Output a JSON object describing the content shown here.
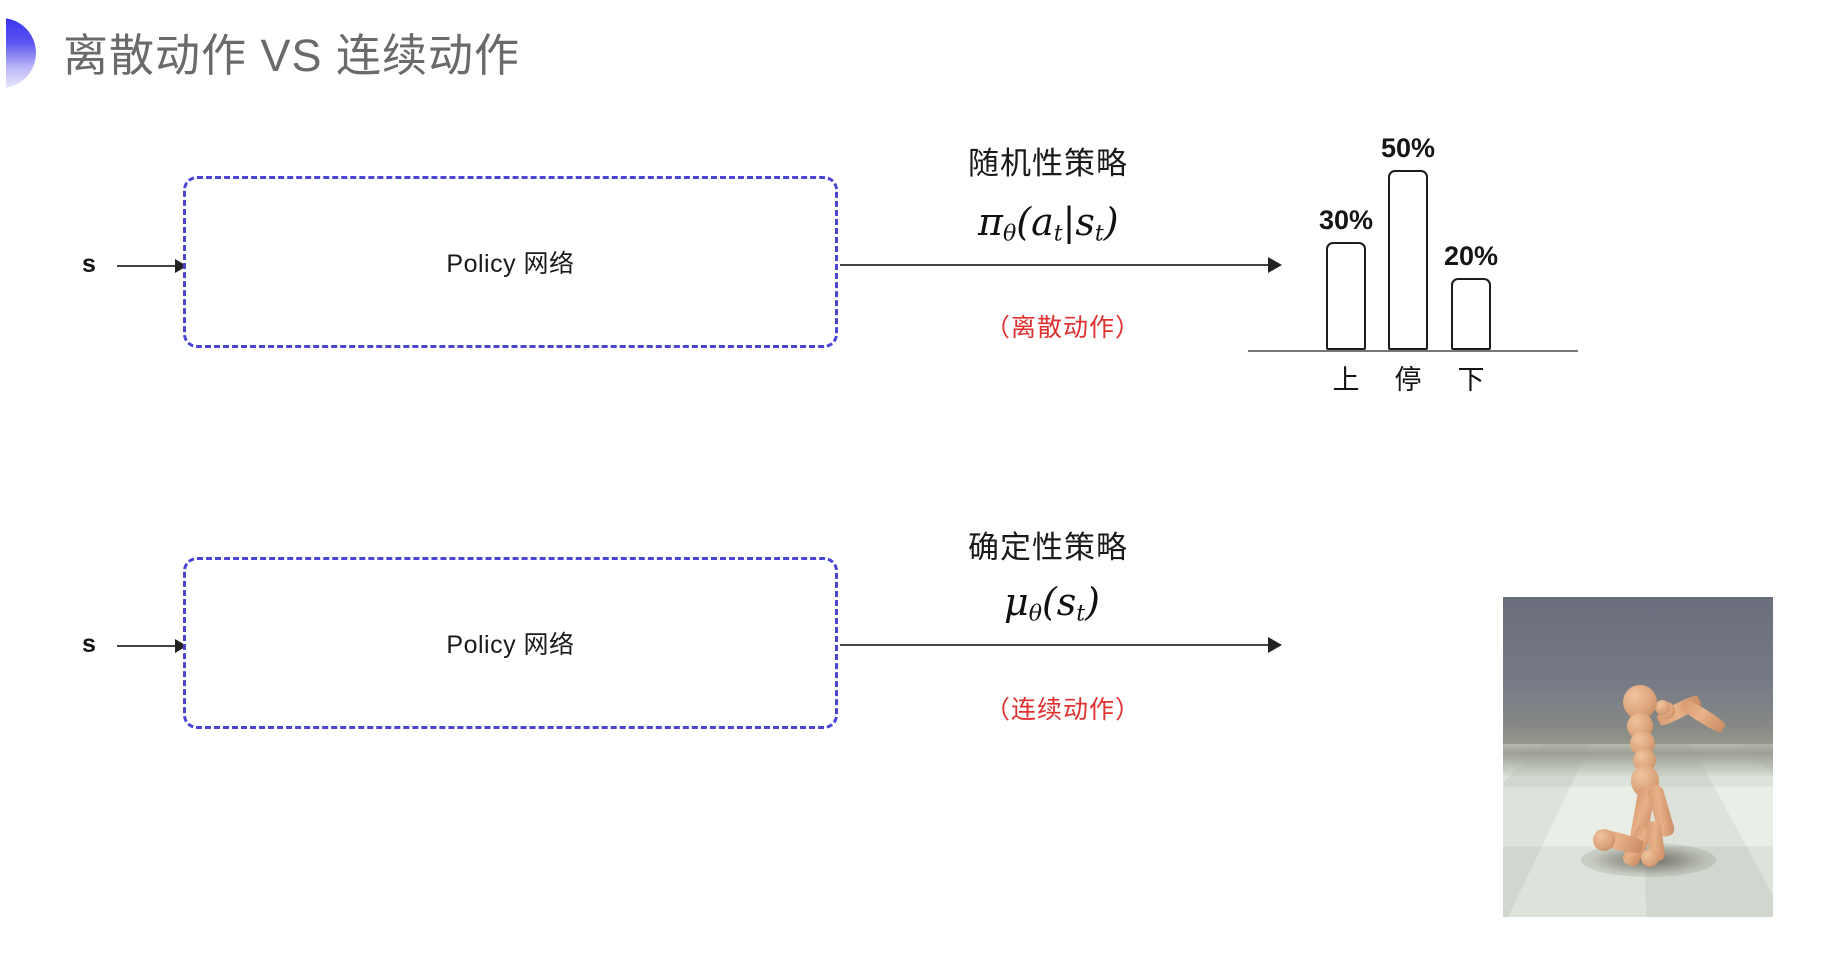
{
  "slide": {
    "title": "离散动作 VS 连续动作",
    "accent_color": "#4b45d6",
    "note_color": "#e03030",
    "title_color": "#6a6a6a"
  },
  "rows": [
    {
      "id": "discrete",
      "input_label": "s",
      "box_label": "Policy 网络",
      "policy_kind": "随机性策略",
      "formula_main": "π",
      "formula_sub": "θ",
      "formula_args": "(a",
      "formula_arg_sub1": "t",
      "formula_mid": "|s",
      "formula_arg_sub2": "t",
      "formula_close": ")",
      "formula_plain": "πθ(at|st)",
      "note": "（离散动作）"
    },
    {
      "id": "continuous",
      "input_label": "s",
      "box_label": "Policy 网络",
      "policy_kind": "确定性策略",
      "formula_main": "μ",
      "formula_sub": "θ",
      "formula_args": "(s",
      "formula_arg_sub1": "t",
      "formula_close": ")",
      "formula_plain": "μθ(st)",
      "note": "（连续动作）"
    }
  ],
  "chart_data": {
    "type": "bar",
    "categories": [
      "上",
      "停",
      "下"
    ],
    "values": [
      30,
      50,
      20
    ],
    "value_labels": [
      "30%",
      "50%",
      "20%"
    ],
    "title": "",
    "xlabel": "",
    "ylabel": "",
    "ylim": [
      0,
      60
    ],
    "grid": false,
    "legend": "none",
    "bar_fill": "#ffffff",
    "bar_stroke": "#1d1d1d"
  },
  "sim": {
    "caption": "",
    "scene": "humanoid-on-checkerboard-floor"
  }
}
